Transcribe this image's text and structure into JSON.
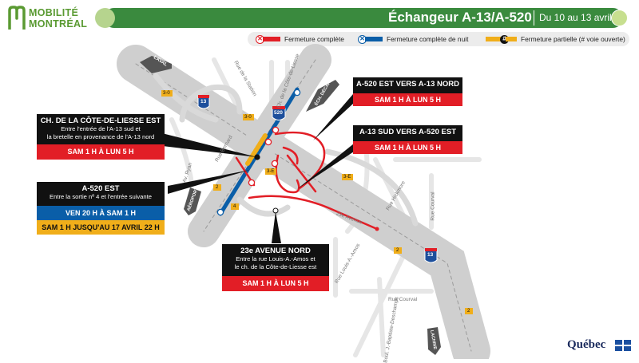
{
  "header": {
    "logo_line1": "MOBILITÉ",
    "logo_line2": "MONTRÉAL",
    "title": "Échangeur A-13/A-520",
    "date": "Du 10 au 13 avril"
  },
  "legend": {
    "full": "Fermeture complète",
    "night": "Fermeture complète de nuit",
    "partial": "Fermeture partielle (# voie ouverte)",
    "partial_symbol": "#"
  },
  "callouts": {
    "c1": {
      "title": "A-520 EST VERS A-13 NORD",
      "row": "SAM 1 H À LUN 5 H"
    },
    "c2": {
      "title": "CH. DE LA CÔTE-DE-LIESSE EST",
      "line1": "Entre l'entrée de l'A-13 sud et",
      "line2": "la bretelle en provenance de l'A-13 nord",
      "row": "SAM 1 H À LUN 5 H"
    },
    "c3": {
      "title": "A-13 SUD VERS A-520 EST",
      "row": "SAM 1 H À LUN 5 H"
    },
    "c4": {
      "title": "A-520 EST",
      "line1": "Entre la sortie nº 4 et l'entrée suivante",
      "row_blue": "VEN 20 H À SAM 1 H",
      "row_orange": "SAM 1 H JUSQU'AU 17 AVRIL 22 H"
    },
    "c5": {
      "title": "23e AVENUE NORD",
      "line1": "Entre la rue Louis-A.-Amos et",
      "line2": "le ch. de la Côte-de-Liesse est",
      "row": "SAM 1 H À LUN 5 H"
    }
  },
  "map": {
    "direction_laval": "LAVAL",
    "direction_aeroport": "AÉROPORT",
    "direction_dorval": "ÉCH. DÉCARIE",
    "direction_lachine": "LACHINE",
    "shield_13_a": "13",
    "shield_13_b": "13",
    "shield_520": "520",
    "street_station": "Rue de la Station",
    "street_cote_liesse": "Ch. de la Côte-de-Liesse",
    "street_ryan": "Av. Ryan",
    "street_bernard": "Rue Bernard",
    "street_hickmore": "Rue Hickmore",
    "street_23e": "23e Avenue",
    "street_amos": "Rue Louis-A.-Amos",
    "street_courval": "Rue Courval",
    "street_courval2": "Rue Courval",
    "street_deschamps": "Boul. J.-Baptiste-Deschamps",
    "lane_30a": "3-0",
    "lane_30b": "3-0",
    "lane_3e": "3-E",
    "lane_3e2": "3-E",
    "lane_2a": "2",
    "lane_2b": "2",
    "lane_2c": "2",
    "lane_4": "4"
  },
  "footer": {
    "brand": "Québec"
  },
  "colors": {
    "green": "#3a8a3e",
    "red": "#e21e26",
    "blue": "#0a5ea8",
    "orange": "#f0ae1a"
  }
}
